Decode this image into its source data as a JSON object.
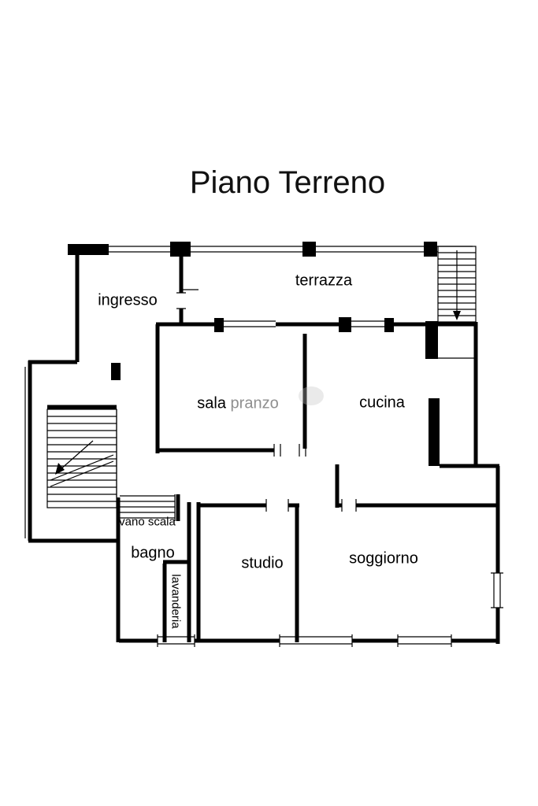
{
  "title": "Piano Terreno",
  "rooms": {
    "terrazza": "terrazza",
    "ingresso": "ingresso",
    "sala_pranzo": {
      "first": "sala",
      "second": "pranzo"
    },
    "cucina": "cucina",
    "vano_scala": "vano scala",
    "bagno": "bagno",
    "lavanderia": "lavanderia",
    "studio": "studio",
    "soggiorno": "soggiorno"
  },
  "colors": {
    "wall": "#000000",
    "background": "#ffffff",
    "faded_label_text": "#8f8f8f"
  }
}
